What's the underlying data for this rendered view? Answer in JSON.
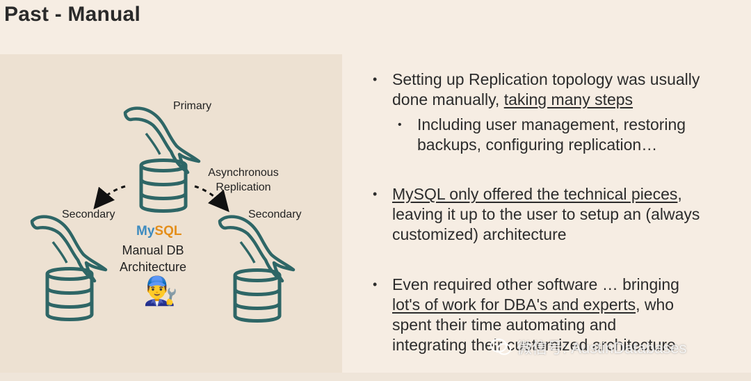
{
  "title": "Past - Manual",
  "diagram": {
    "primary_label": "Primary",
    "replication_label_line1": "Asynchronous",
    "replication_label_line2": "Replication",
    "secondary_left_label": "Secondary",
    "secondary_right_label": "Secondary",
    "logo_my": "My",
    "logo_sql": "SQL",
    "arch_line1": "Manual DB",
    "arch_line2": "Architecture",
    "mechanic_emoji": "👨‍🔧"
  },
  "bullets": {
    "b1_line1": "Setting up Replication topology was usually",
    "b1_line2_plain": "done manually, ",
    "b1_line2_underlined": "taking many steps",
    "b1_sub_line1": "Including user management, restoring",
    "b1_sub_line2": "backups, configuring replication…",
    "b2_line1_underlined": "MySQL only offered the technical pieces",
    "b2_line1_plain": ",",
    "b2_line2": "leaving it up to the user to setup an (always",
    "b2_line3": "customized) architecture",
    "b3_line1": "Even required other software … bringing",
    "b3_line2_underlined": "lot's of work for DBA's and experts",
    "b3_line2_plain": ", who",
    "b3_line3": "spent their time automating and",
    "b3_line4": "integrating their customized architecture",
    "bullet_glyph": "•"
  },
  "watermark": {
    "text": "微信号: AustinDatabases"
  },
  "colors": {
    "background": "#f6ede3",
    "panel": "#ede1d2",
    "icon_teal": "#2e6666",
    "mysql_blue": "#3d8bbf",
    "mysql_orange": "#e48e1a"
  }
}
